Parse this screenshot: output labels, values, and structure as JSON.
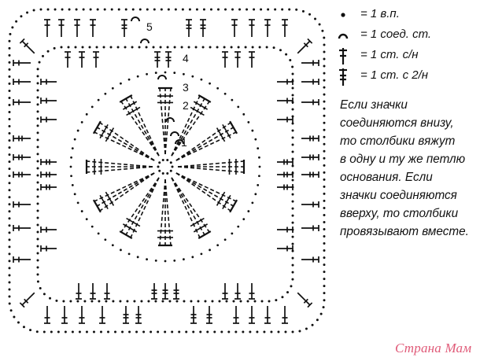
{
  "legend": [
    {
      "symbol": "dot-icon",
      "text": "= 1 в.п."
    },
    {
      "symbol": "arc-icon",
      "text": "= 1 соед. ст."
    },
    {
      "symbol": "single-cross-icon",
      "text": "= 1 ст. с/н"
    },
    {
      "symbol": "double-cross-icon",
      "text": "= 1 ст. с 2/н"
    }
  ],
  "note": {
    "lines": [
      "Если значки",
      "соединяются внизу,",
      "то столбики вяжут",
      "в одну и ту же петлю",
      "основания. Если",
      "значки соединяются",
      "вверху, то столбики",
      "провязывают вместе."
    ]
  },
  "round_labels": [
    "1",
    "2",
    "3",
    "4",
    "5"
  ],
  "petals": {
    "count": 12
  },
  "watermark": "Страна Мам"
}
